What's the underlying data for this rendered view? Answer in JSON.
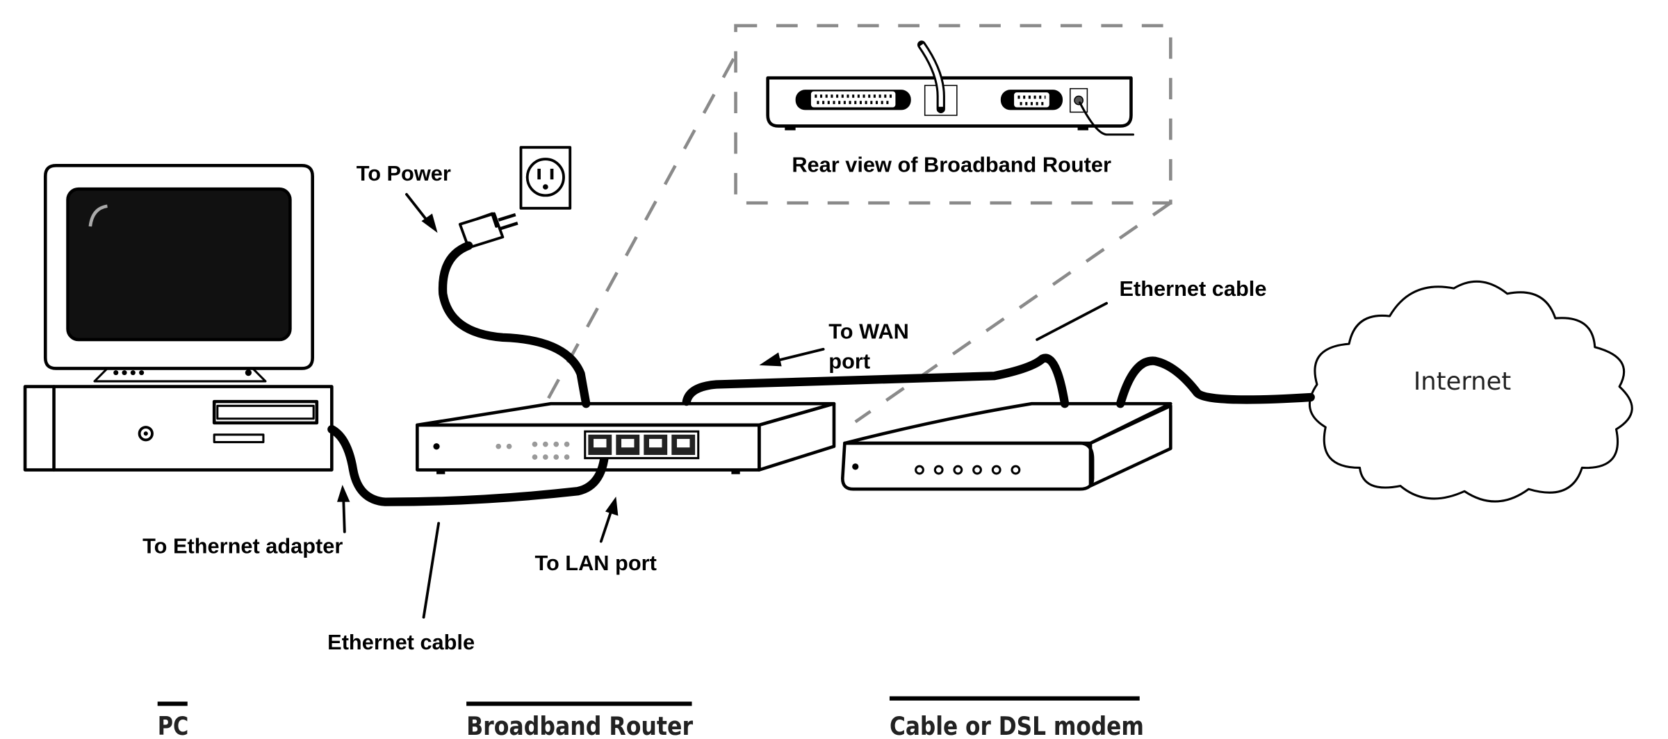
{
  "labels": {
    "to_power": "To Power",
    "rear_view": "Rear view of Broadband Router",
    "to_wan_line1": "To WAN",
    "to_wan_line2": "port",
    "ethernet_cable_wan": "Ethernet cable",
    "internet": "Internet",
    "to_ethernet_adapter": "To Ethernet adapter",
    "to_lan_port": "To LAN port",
    "ethernet_cable_lan": "Ethernet cable"
  },
  "captions": {
    "pc": "PC",
    "router": "Broadband Router",
    "modem": "Cable or DSL modem"
  },
  "colors": {
    "line": "#000000",
    "dashed_callout": "#8a8a8a",
    "screen": "#111111"
  }
}
